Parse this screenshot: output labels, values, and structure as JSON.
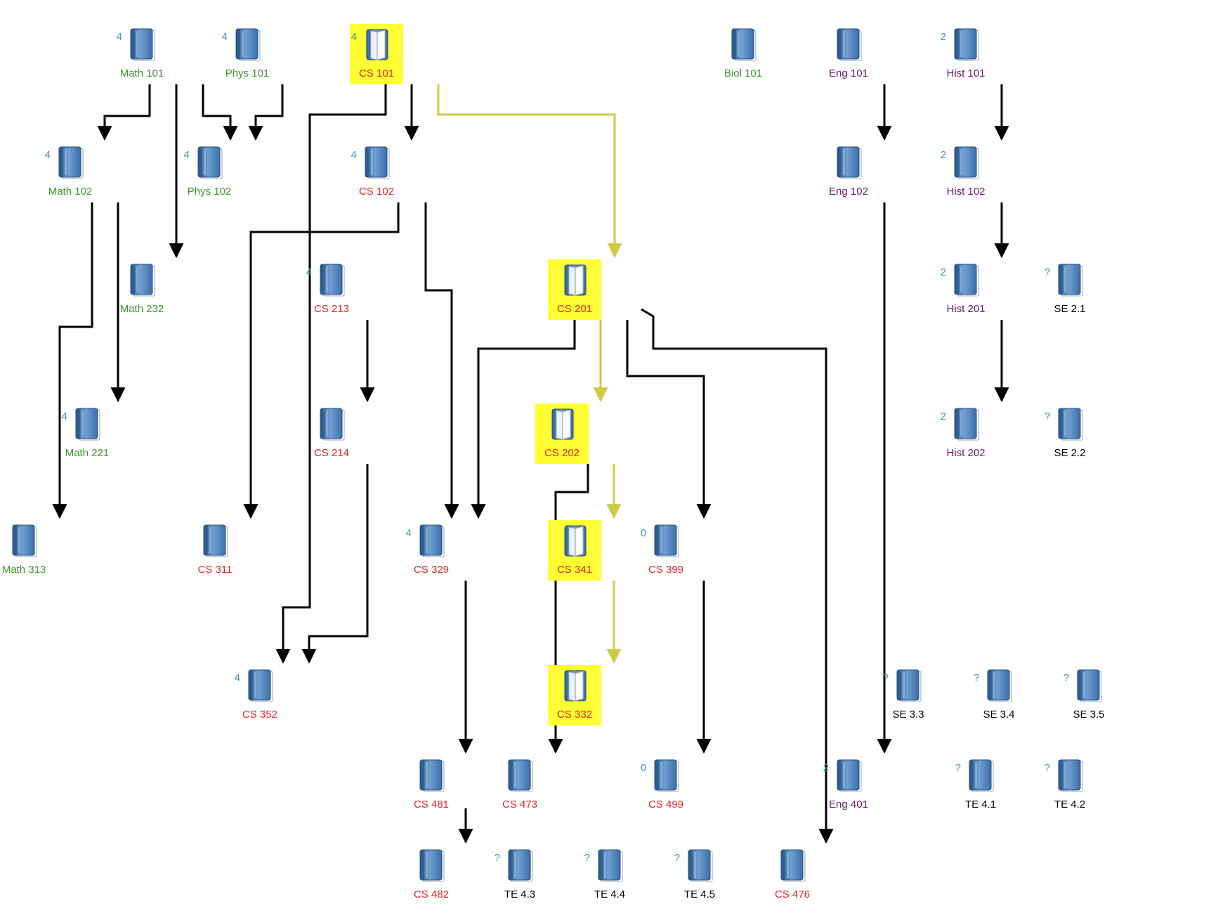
{
  "colors": {
    "math_phys_biol": "#3a9a2a",
    "cs": "#e82323",
    "humanities": "#6b1a6e",
    "elective": "#000000",
    "count": "#3a9aa8",
    "highlight": "#ffff33",
    "highlight_edge": "#cccc44",
    "edge": "#000000"
  },
  "nodes": [
    {
      "id": "math101",
      "label": "Math 101",
      "count": "4",
      "group": "math"
    },
    {
      "id": "phys101",
      "label": "Phys 101",
      "count": "4",
      "group": "math"
    },
    {
      "id": "cs101",
      "label": "CS 101",
      "count": "4",
      "group": "cs",
      "highlight": true
    },
    {
      "id": "biol101",
      "label": "Biol 101",
      "count": "",
      "group": "math"
    },
    {
      "id": "eng101",
      "label": "Eng 101",
      "count": "",
      "group": "hum"
    },
    {
      "id": "hist101",
      "label": "Hist 101",
      "count": "2",
      "group": "hum"
    },
    {
      "id": "math102",
      "label": "Math 102",
      "count": "4",
      "group": "math"
    },
    {
      "id": "phys102",
      "label": "Phys 102",
      "count": "4",
      "group": "math"
    },
    {
      "id": "cs102",
      "label": "CS 102",
      "count": "4",
      "group": "cs"
    },
    {
      "id": "eng102",
      "label": "Eng 102",
      "count": "",
      "group": "hum"
    },
    {
      "id": "hist102",
      "label": "Hist 102",
      "count": "2",
      "group": "hum"
    },
    {
      "id": "math232",
      "label": "Math 232",
      "count": "",
      "group": "math"
    },
    {
      "id": "cs213",
      "label": "CS 213",
      "count": "4",
      "group": "cs"
    },
    {
      "id": "cs201",
      "label": "CS 201",
      "count": "",
      "group": "cs",
      "highlight": true
    },
    {
      "id": "hist201",
      "label": "Hist 201",
      "count": "2",
      "group": "hum"
    },
    {
      "id": "se21",
      "label": "SE 2.1",
      "count": "?",
      "group": "other"
    },
    {
      "id": "math221",
      "label": "Math 221",
      "count": "4",
      "group": "math"
    },
    {
      "id": "cs214",
      "label": "CS 214",
      "count": "",
      "group": "cs"
    },
    {
      "id": "cs202",
      "label": "CS 202",
      "count": "",
      "group": "cs",
      "highlight": true
    },
    {
      "id": "hist202",
      "label": "Hist 202",
      "count": "2",
      "group": "hum"
    },
    {
      "id": "se22",
      "label": "SE 2.2",
      "count": "?",
      "group": "other"
    },
    {
      "id": "math313",
      "label": "Math 313",
      "count": "",
      "group": "math"
    },
    {
      "id": "cs311",
      "label": "CS 311",
      "count": "",
      "group": "cs"
    },
    {
      "id": "cs329",
      "label": "CS 329",
      "count": "4",
      "group": "cs"
    },
    {
      "id": "cs341",
      "label": "CS 341",
      "count": "",
      "group": "cs",
      "highlight": true
    },
    {
      "id": "cs399",
      "label": "CS 399",
      "count": "0",
      "group": "cs"
    },
    {
      "id": "cs352",
      "label": "CS 352",
      "count": "4",
      "group": "cs"
    },
    {
      "id": "cs332",
      "label": "CS 332",
      "count": "",
      "group": "cs",
      "highlight": true
    },
    {
      "id": "se33",
      "label": "SE 3.3",
      "count": "?",
      "group": "other"
    },
    {
      "id": "se34",
      "label": "SE 3.4",
      "count": "?",
      "group": "other"
    },
    {
      "id": "se35",
      "label": "SE 3.5",
      "count": "?",
      "group": "other"
    },
    {
      "id": "cs481",
      "label": "CS 481",
      "count": "",
      "group": "cs"
    },
    {
      "id": "cs473",
      "label": "CS 473",
      "count": "",
      "group": "cs"
    },
    {
      "id": "cs499",
      "label": "CS 499",
      "count": "0",
      "group": "cs"
    },
    {
      "id": "eng401",
      "label": "Eng 401",
      "count": "2",
      "group": "hum"
    },
    {
      "id": "te41",
      "label": "TE 4.1",
      "count": "?",
      "group": "other"
    },
    {
      "id": "te42",
      "label": "TE 4.2",
      "count": "?",
      "group": "other"
    },
    {
      "id": "cs482",
      "label": "CS 482",
      "count": "",
      "group": "cs"
    },
    {
      "id": "te43",
      "label": "TE 4.3",
      "count": "?",
      "group": "other"
    },
    {
      "id": "te44",
      "label": "TE 4.4",
      "count": "?",
      "group": "other"
    },
    {
      "id": "te45",
      "label": "TE 4.5",
      "count": "?",
      "group": "other"
    },
    {
      "id": "cs476",
      "label": "CS 476",
      "count": "",
      "group": "cs"
    }
  ],
  "edges": [
    {
      "from": "math101",
      "to": "math102"
    },
    {
      "from": "math101",
      "to": "math232"
    },
    {
      "from": "math101",
      "to": "phys102"
    },
    {
      "from": "phys101",
      "to": "phys102"
    },
    {
      "from": "cs101",
      "to": "cs102"
    },
    {
      "from": "cs101",
      "to": "cs352"
    },
    {
      "from": "cs101",
      "to": "cs201",
      "highlight": true
    },
    {
      "from": "eng101",
      "to": "eng102"
    },
    {
      "from": "hist101",
      "to": "hist102"
    },
    {
      "from": "math102",
      "to": "math313"
    },
    {
      "from": "math102",
      "to": "math221"
    },
    {
      "from": "cs102",
      "to": "cs311"
    },
    {
      "from": "cs102",
      "to": "cs329"
    },
    {
      "from": "hist102",
      "to": "hist201"
    },
    {
      "from": "hist201",
      "to": "hist202"
    },
    {
      "from": "cs213",
      "to": "cs214"
    },
    {
      "from": "cs214",
      "to": "cs352"
    },
    {
      "from": "eng102",
      "to": "eng401"
    },
    {
      "from": "cs201",
      "to": "cs329"
    },
    {
      "from": "cs201",
      "to": "cs202",
      "highlight": true
    },
    {
      "from": "cs201",
      "to": "cs399"
    },
    {
      "from": "cs201",
      "to": "cs476"
    },
    {
      "from": "cs202",
      "to": "cs473"
    },
    {
      "from": "cs202",
      "to": "cs341",
      "highlight": true
    },
    {
      "from": "cs341",
      "to": "cs332",
      "highlight": true
    },
    {
      "from": "cs329",
      "to": "cs481"
    },
    {
      "from": "cs399",
      "to": "cs499"
    },
    {
      "from": "cs481",
      "to": "cs482"
    }
  ]
}
